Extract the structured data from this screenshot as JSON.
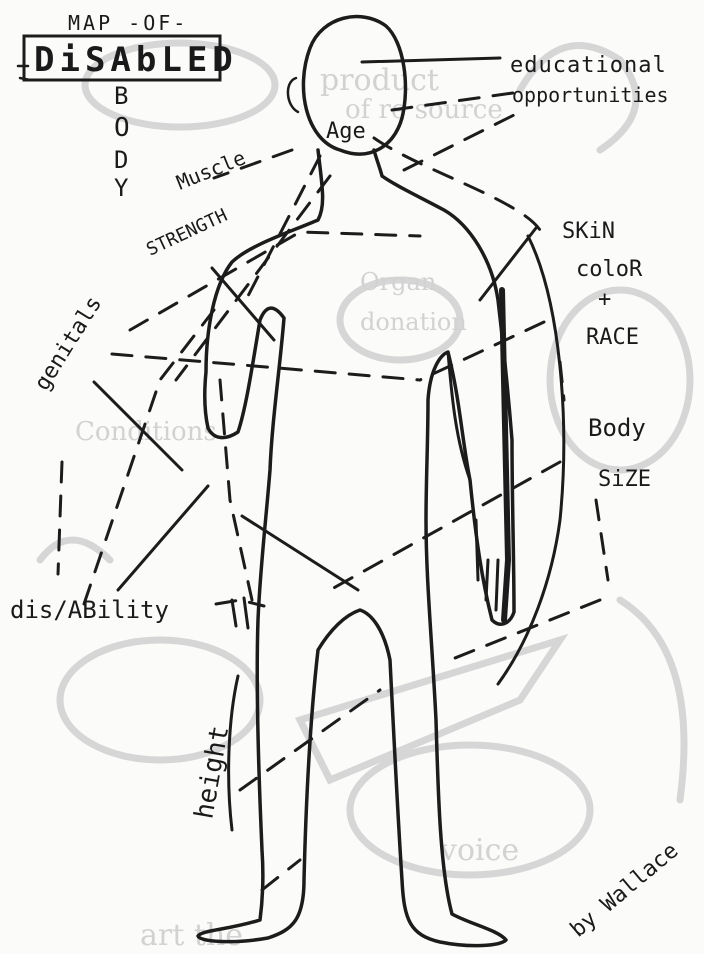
{
  "title": {
    "top": "MAP -OF-",
    "main": "DiSAbLED",
    "vertical": [
      "B",
      "O",
      "D",
      "Y"
    ]
  },
  "labels": {
    "educational": "educational",
    "opportunities": "opportunities",
    "age": "Age",
    "muscle": "Muscle",
    "strength": "STRENGTH",
    "skin": "SKiN",
    "color": "coloR",
    "plus": "+",
    "race": "RACE",
    "body": "Body",
    "size": "SiZE",
    "genitals": "genitals",
    "disability": "dis/ABility",
    "height": "height"
  },
  "signature": "by Wallace",
  "colors": {
    "ink": "#1c1c1c",
    "paper": "#fbfbfa",
    "ghost": "#d2d2d2"
  }
}
